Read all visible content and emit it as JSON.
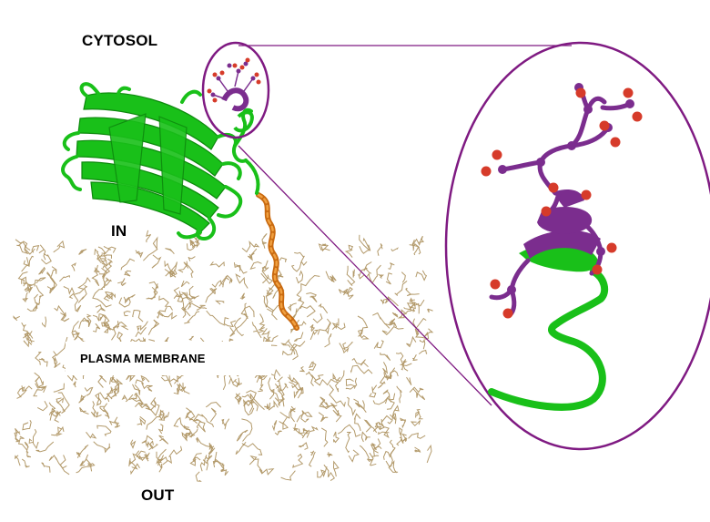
{
  "labels": {
    "cytosol": "CYTOSOL",
    "in": "IN",
    "out": "OUT",
    "membrane": "PLASMA MEMBRANE"
  },
  "colors": {
    "protein": "#19c019",
    "helix": "#7b2d8e",
    "oxygen": "#d63b2a",
    "lipid": "#b39a6b",
    "anchor": "#e07a14",
    "highlight": "#7f1a82"
  },
  "icons": {
    "protein": "beta-barrel-protein-icon",
    "anchor": "lipid-anchor-icon",
    "motif": "acidic-helix-motif-icon"
  }
}
